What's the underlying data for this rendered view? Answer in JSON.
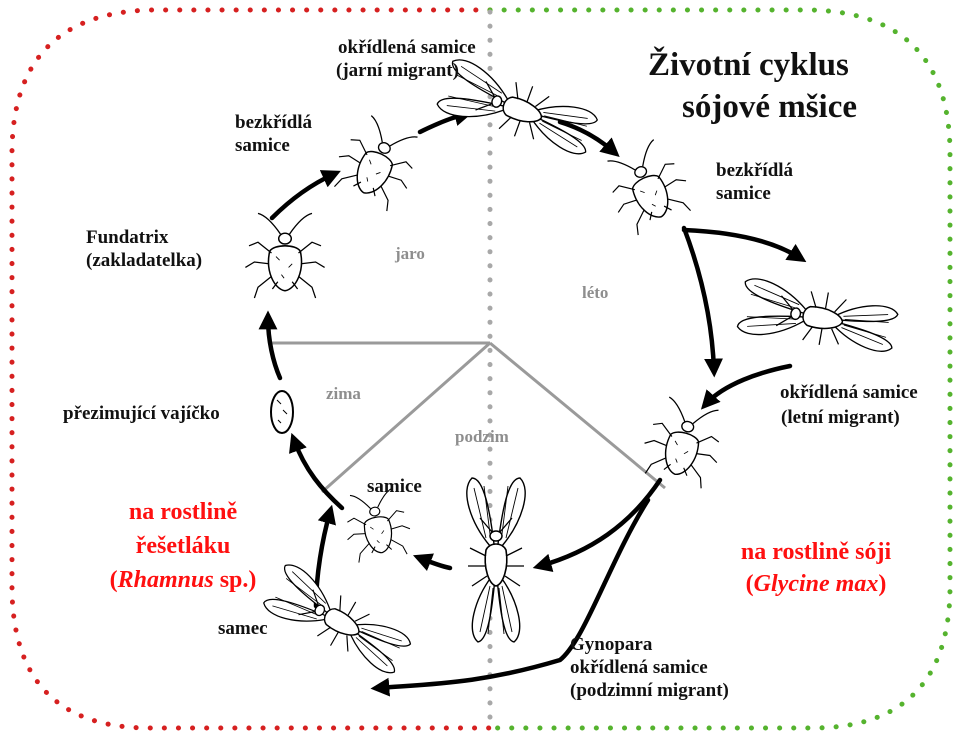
{
  "title": {
    "line1": "Životní cyklus",
    "line2": "sójové mšice"
  },
  "seasons": {
    "spring": "jaro",
    "summer": "léto",
    "winter": "zima",
    "autumn": "podzim"
  },
  "stages": {
    "spring_migrant": {
      "line1": "okřídlená samice",
      "line2": "(jarní migrant)"
    },
    "wingless_left": {
      "line1": "bezkřídlá",
      "line2": "samice"
    },
    "wingless_right": {
      "line1": "bezkřídlá",
      "line2": "samice"
    },
    "fundatrix": {
      "line1": "Fundatrix",
      "line2": "(zakladatelka)"
    },
    "summer_migrant": {
      "line1": "okřídlená samice",
      "line2": "(letní migrant)"
    },
    "egg": "přezimující vajíčko",
    "female": "samice",
    "male": "samec",
    "gynopara": {
      "line1": "Gynopara",
      "line2": "okřídlená samice",
      "line3": "(podzimní migrant)"
    }
  },
  "hosts": {
    "rhamnus": {
      "line1": "na rostlině",
      "line2": "řešetláku",
      "paren_open": "(",
      "genus": "Rhamnus",
      "suffix": " sp.)"
    },
    "glycine": {
      "line1": "na rostlině sóji",
      "paren_open": "(",
      "species": "Glycine max",
      "paren_close": ")"
    }
  },
  "colors": {
    "left_border": "#d62020",
    "right_border": "#55b32e",
    "host_text": "#ff1010",
    "season_lines": "#9a9a9a",
    "arrows": "#000000"
  },
  "icons": [
    "aphid-wingless-icon",
    "aphid-winged-icon",
    "egg-icon",
    "arrow-icon"
  ]
}
